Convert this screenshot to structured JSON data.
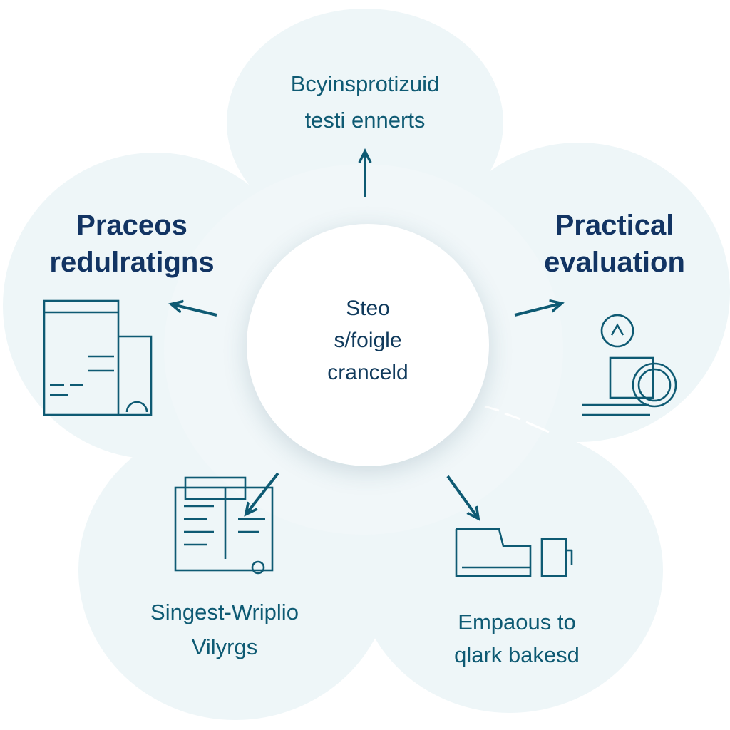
{
  "diagram": {
    "colors": {
      "accent": "#0e5a73",
      "heading": "#123463",
      "background": "#eef6f8",
      "center_fill": "#ffffff"
    },
    "center": {
      "lines": [
        "Steo",
        "s/foigle",
        "cranceld"
      ]
    },
    "nodes": {
      "top": {
        "lines": [
          "Bcyinsprotizuid",
          "testi ennerts"
        ],
        "icon": "none"
      },
      "left": {
        "lines": [
          "Praceos",
          "redulratigns"
        ],
        "icon": "document-icon"
      },
      "right": {
        "lines": [
          "Practical",
          "evaluation"
        ],
        "icon": "coins-icon"
      },
      "bottom_left": {
        "lines": [
          "Singest-Wriplio",
          "Vilyrgs"
        ],
        "icon": "files-icon"
      },
      "bottom_right": {
        "lines": [
          "Empaous to",
          "qlark bakesd"
        ],
        "icon": "folder-icon"
      }
    }
  }
}
